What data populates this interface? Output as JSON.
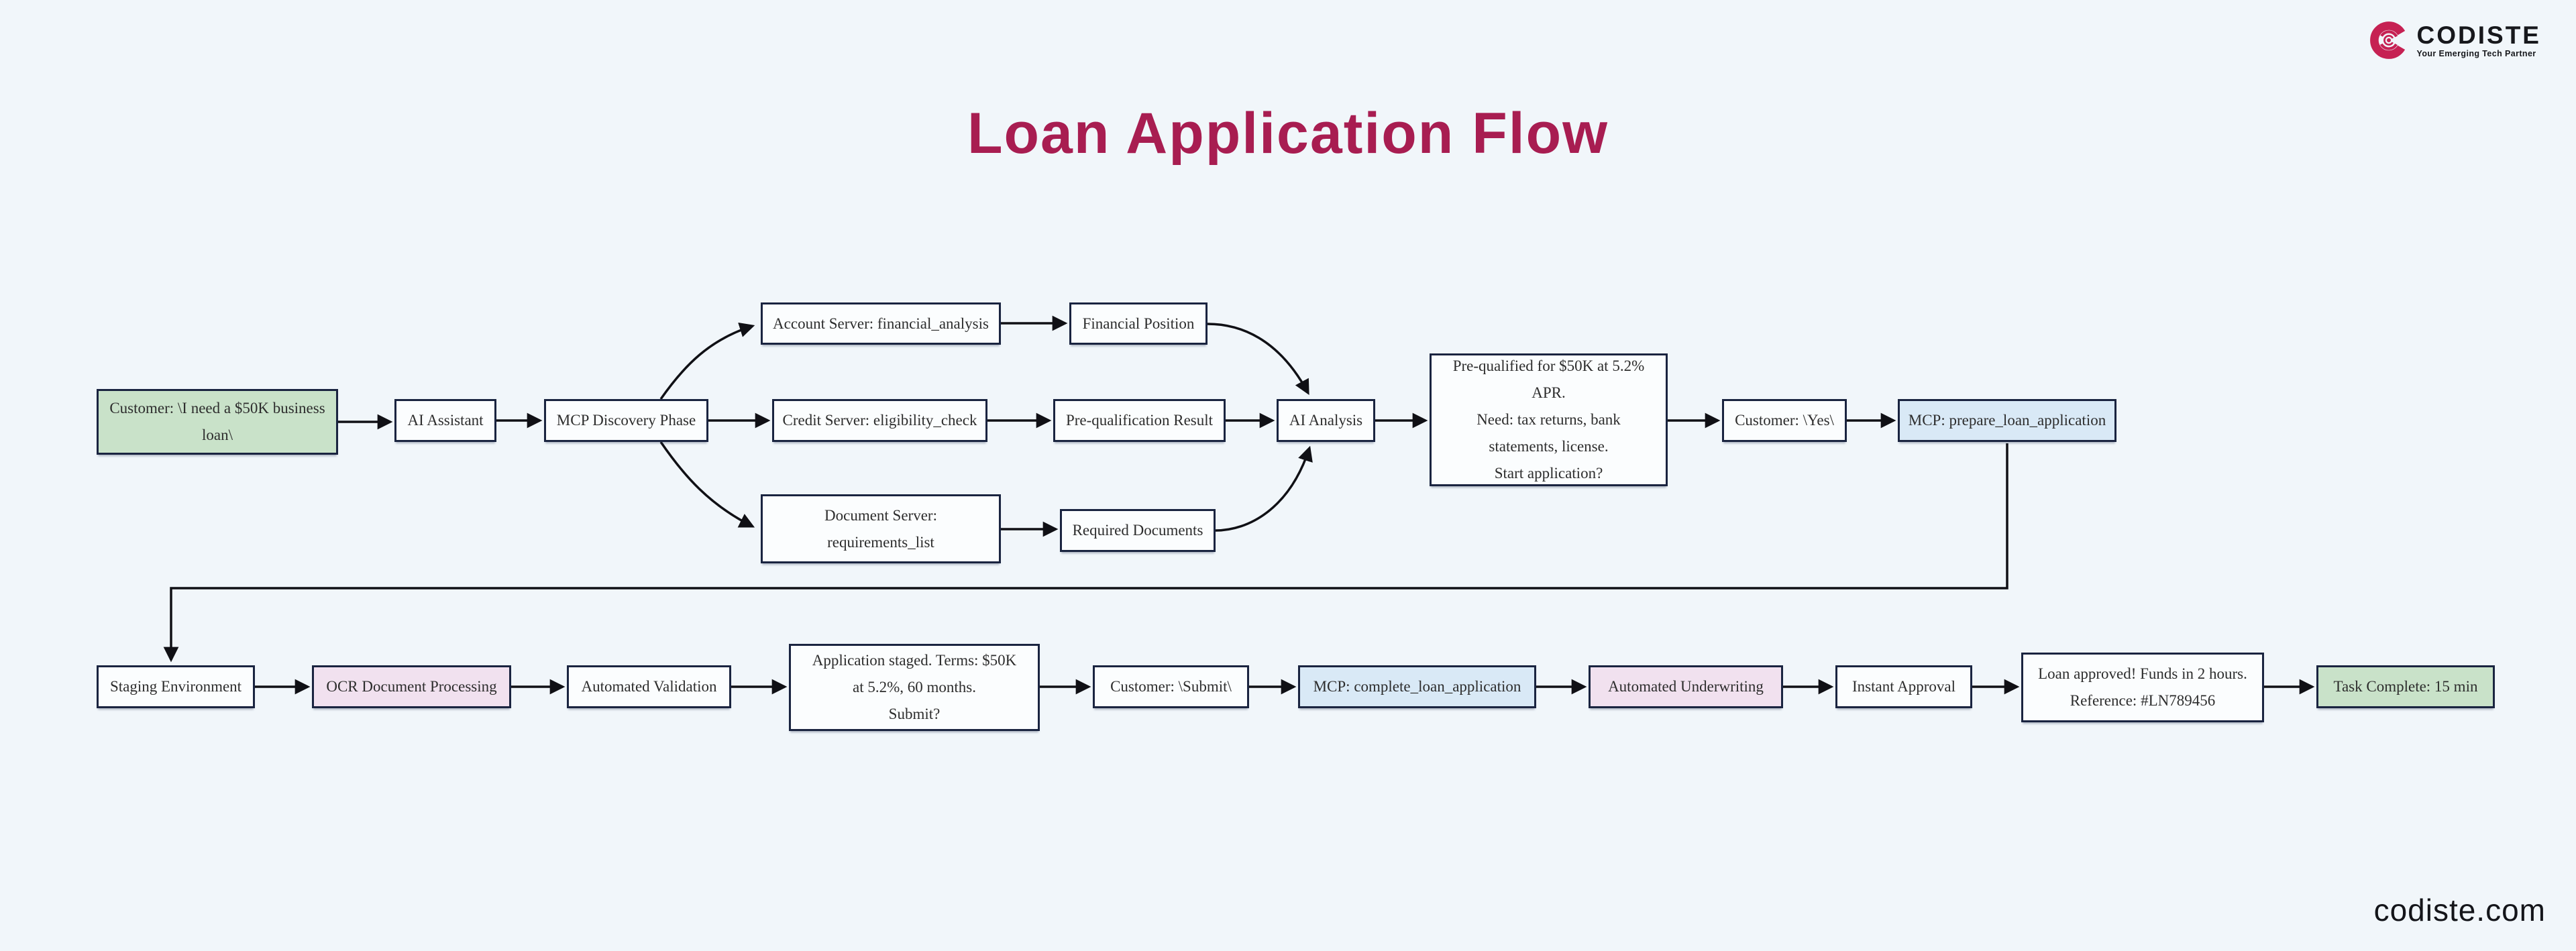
{
  "title": "Loan Application Flow",
  "header": {
    "logo_text": "CODISTE",
    "logo_tagline": "Your Emerging Tech Partner"
  },
  "footer": {
    "site": "codiste.com"
  },
  "colors": {
    "background": "#F1F6FA",
    "title_accent": "#A81D51",
    "brand_magenta": "#C62153",
    "node_border": "#1A2440",
    "node_fill_default": "#FBFDFE",
    "node_fill_green": "#C9E2C9",
    "node_fill_blue": "#D9E9F6",
    "node_fill_pink": "#F1E1EF",
    "edge_color": "#101015"
  },
  "diagram": {
    "nodes": {
      "customer_request": {
        "label": "Customer: \\I need a $50K business\nloan\\",
        "fill": "green"
      },
      "ai_assistant": {
        "label": "AI Assistant",
        "fill": "default"
      },
      "mcp_discovery": {
        "label": "MCP Discovery Phase",
        "fill": "default"
      },
      "account_server": {
        "label": "Account Server: financial_analysis",
        "fill": "default"
      },
      "financial_position": {
        "label": "Financial Position",
        "fill": "default"
      },
      "credit_server": {
        "label": "Credit Server: eligibility_check",
        "fill": "default"
      },
      "prequal_result": {
        "label": "Pre-qualification Result",
        "fill": "default"
      },
      "document_server": {
        "label": "Document Server:\nrequirements_list",
        "fill": "default"
      },
      "required_documents": {
        "label": "Required Documents",
        "fill": "default"
      },
      "ai_analysis": {
        "label": "AI Analysis",
        "fill": "default"
      },
      "prequalified": {
        "label": "Pre-qualified for $50K at 5.2%\nAPR.\nNeed: tax returns, bank\nstatements, license.\nStart application?",
        "fill": "default"
      },
      "customer_yes": {
        "label": "Customer: \\Yes\\",
        "fill": "default"
      },
      "mcp_prepare": {
        "label": "MCP: prepare_loan_application",
        "fill": "blue"
      },
      "staging": {
        "label": "Staging Environment",
        "fill": "default"
      },
      "ocr": {
        "label": "OCR Document Processing",
        "fill": "pink"
      },
      "validation": {
        "label": "Automated Validation",
        "fill": "default"
      },
      "app_staged": {
        "label": "Application staged. Terms: $50K\nat 5.2%, 60 months.\nSubmit?",
        "fill": "default"
      },
      "customer_submit": {
        "label": "Customer: \\Submit\\",
        "fill": "default"
      },
      "mcp_complete": {
        "label": "MCP: complete_loan_application",
        "fill": "blue"
      },
      "underwriting": {
        "label": "Automated Underwriting",
        "fill": "pink"
      },
      "instant_approval": {
        "label": "Instant Approval",
        "fill": "default"
      },
      "loan_approved": {
        "label": "Loan approved! Funds in 2 hours.\nReference: #LN789456",
        "fill": "default"
      },
      "task_complete": {
        "label": "Task Complete: 15 min",
        "fill": "green"
      }
    }
  }
}
